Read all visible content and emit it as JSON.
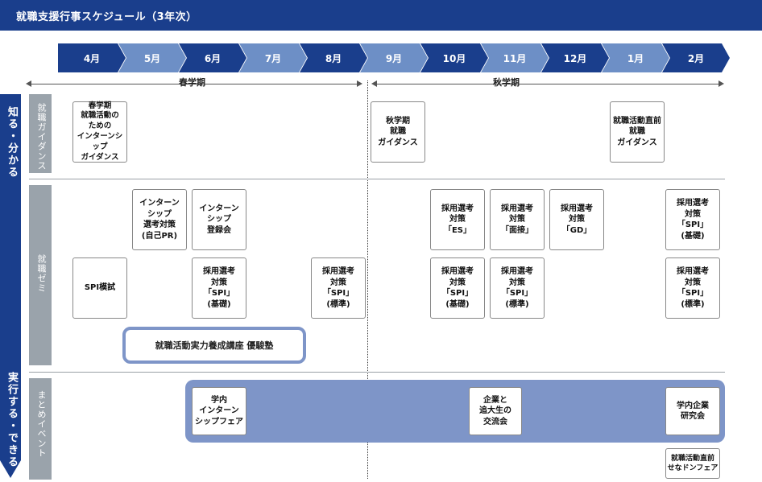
{
  "title": "就職支援行事スケジュール（3年次）",
  "months": [
    "4月",
    "5月",
    "6月",
    "7月",
    "8月",
    "9月",
    "10月",
    "11月",
    "12月",
    "1月",
    "2月"
  ],
  "semesters": {
    "spring": "春学期",
    "autumn": "秋学期"
  },
  "left_arrows": {
    "top": "知る・分かる",
    "bottom": "実行する・できる"
  },
  "categories": {
    "guidance": "就職ガイダンス",
    "seminar": "就職ゼミ",
    "event": "まとめイベント"
  },
  "guidance": {
    "spring": "春学期\n就職活動の\nための\nインターンシップ\nガイダンス",
    "autumn": "秋学期\n就職\nガイダンス",
    "final": "就職活動直前\n就職\nガイダンス"
  },
  "seminar": {
    "intern_prep": "インターン\nシップ\n選考対策\n(自己PR)",
    "intern_register": "インターン\nシップ\n登録会",
    "spi_mock": "SPI模試",
    "spi_basic_jun": "採用選考\n対策\n「SPI」\n(基礎)",
    "spi_std_aug": "採用選考\n対策\n「SPI」\n(標準)",
    "es": "採用選考\n対策\n「ES」",
    "interview": "採用選考\n対策\n「面接」",
    "gd": "採用選考\n対策\n「GD」",
    "spi_basic_oct": "採用選考\n対策\n「SPI」\n(基礎)",
    "spi_std_nov": "採用選考\n対策\n「SPI」\n(標準)",
    "spi_basic_feb": "採用選考\n対策\n「SPI」\n(基礎)",
    "spi_std_feb": "採用選考\n対策\n「SPI」\n(標準)",
    "lecture": "就職活動実力養成講座 優駿塾"
  },
  "events": {
    "intern_fair": "学内\nインターン\nシップフェア",
    "alumni": "企業と\n追大生の\n交流会",
    "company_study": "学内企業\n研究会",
    "final_fair": "就職活動直前\nせなドンフェア"
  },
  "colors": {
    "dark_blue": "#1a3e8c",
    "light_blue": "#6d8fc6",
    "band_blue": "#7e95c8",
    "gray": "#9aa3ab"
  }
}
